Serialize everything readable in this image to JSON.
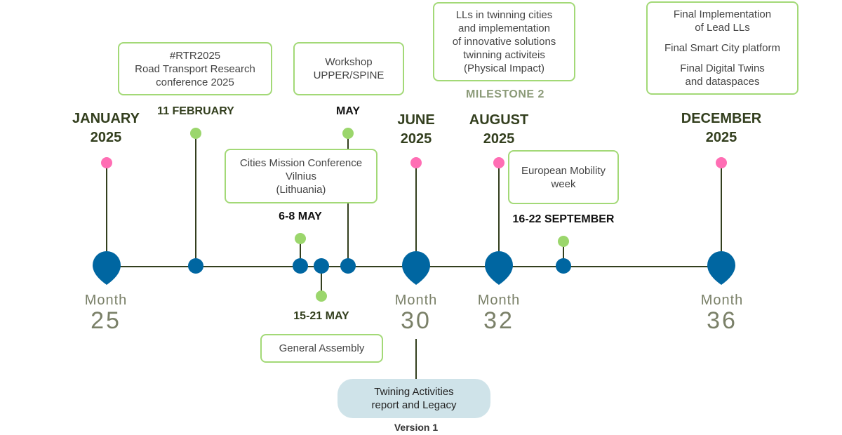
{
  "colors": {
    "line": "#333f1e",
    "main_marker": "#0066a1",
    "pink_dot": "#ff6eb4",
    "green_dot": "#9bd66c",
    "box_border": "#a3d977",
    "pill_fill": "#cfe3e9"
  },
  "icons": {
    "main": "map-pin-icon",
    "event": "circle-dot-icon"
  },
  "events": {
    "rtr": {
      "date": "11 FEBRUARY",
      "box": [
        "#RTR2025",
        "Road Transport Research",
        "conference 2025"
      ]
    },
    "workshop": {
      "date": "MAY",
      "box": [
        "Workshop",
        "UPPER/SPINE"
      ]
    },
    "cities_mission": {
      "date": "6-8 MAY",
      "box": [
        "Cities Mission Conference",
        "Vilnius",
        "(Lithuania)"
      ]
    },
    "general_assembly": {
      "date": "15-21 MAY",
      "box": [
        "General Assembly"
      ]
    },
    "mobility_week": {
      "date": "16-22 SEPTEMBER",
      "box": [
        "European Mobility",
        "week"
      ]
    }
  },
  "months": {
    "jan": {
      "label": [
        "JANUARY",
        "2025"
      ],
      "word": "Month",
      "number": "25"
    },
    "jun": {
      "label": [
        "JUNE",
        "2025"
      ],
      "word": "Month",
      "number": "30"
    },
    "aug": {
      "label": [
        "AUGUST",
        "2025"
      ],
      "word": "Month",
      "number": "32"
    },
    "dec": {
      "label": [
        "DECEMBER",
        "2025"
      ],
      "word": "Month",
      "number": "36"
    }
  },
  "milestone": {
    "box": [
      "LLs in twinning cities",
      "and implementation",
      "of innovative solutions",
      "twinning activiteis",
      "(Physical Impact)"
    ],
    "label": "MILESTONE 2"
  },
  "final": {
    "items": [
      [
        "Final Implementation",
        "of Lead LLs"
      ],
      [
        "Final Smart City platform"
      ],
      [
        "Final Digital Twins",
        "and dataspaces"
      ]
    ]
  },
  "deliverable": {
    "lines": [
      "Twining Activities",
      "report and Legacy"
    ],
    "version": "Version 1"
  }
}
